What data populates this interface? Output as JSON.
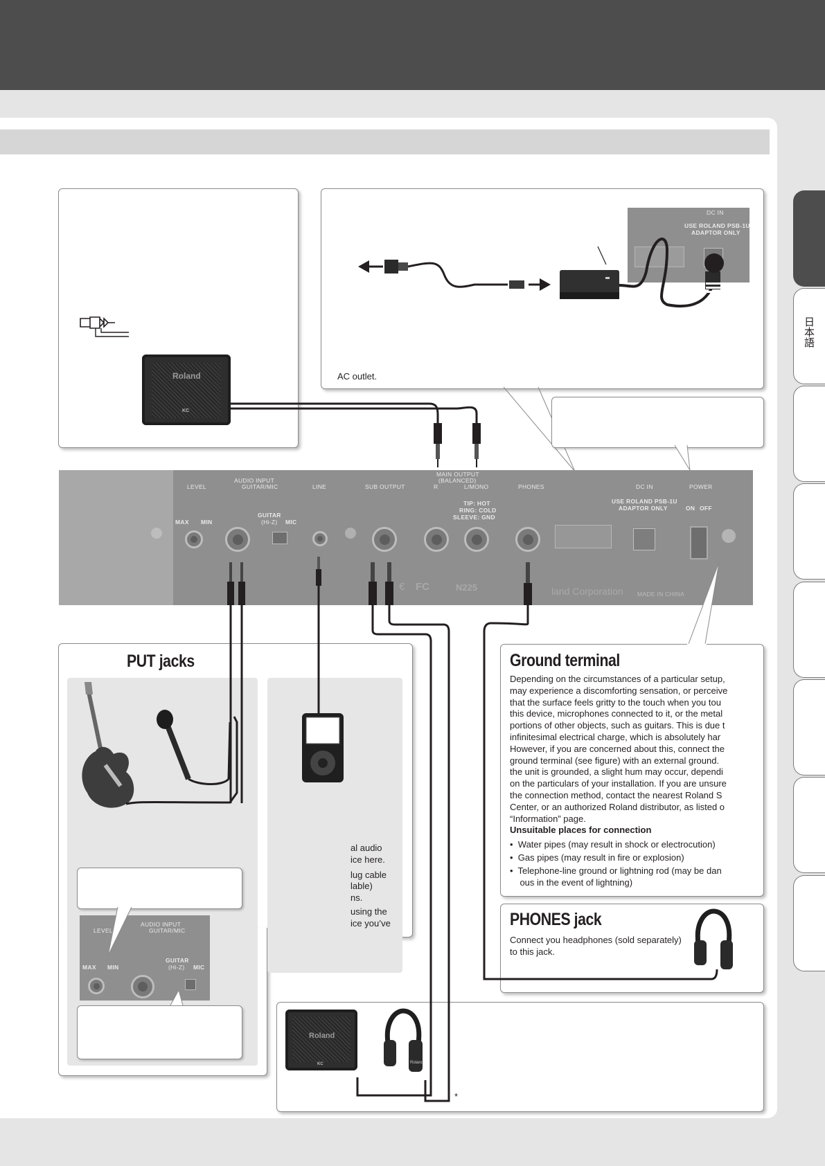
{
  "side_tab": {
    "label": "日本語"
  },
  "ac_box": {
    "text": "AC outlet."
  },
  "dc_inset": {
    "label": "DC IN",
    "warning_line1": "USE ROLAND PSB-1U",
    "warning_line2": "ADAPTOR ONLY"
  },
  "panel": {
    "audio_input": "AUDIO INPUT",
    "level": "LEVEL",
    "guitar_mic": "GUITAR/MIC",
    "line": "LINE",
    "sub_output": "SUB OUTPUT",
    "main_output": "MAIN OUTPUT",
    "balanced": "(BALANCED)",
    "r": "R",
    "l_mono": "L/MONO",
    "phones": "PHONES",
    "dc_in": "DC IN",
    "power": "POWER",
    "adaptor_line1": "USE ROLAND PSB-1U",
    "adaptor_line2": "ADAPTOR ONLY",
    "on": "ON",
    "off": "OFF",
    "max": "MAX",
    "min": "MIN",
    "guitar": "GUITAR",
    "hiz": "(Hi-Z)",
    "mic": "MIC",
    "tip": "TIP: HOT",
    "ring": "RING: COLD",
    "sleeve": "SLEEVE: GND",
    "ce": "€",
    "fc": "FC",
    "n225": "N225",
    "corp": "land Corporation",
    "made_in": "MADE IN CHINA"
  },
  "amp": {
    "brand": "Roland",
    "model": "KC"
  },
  "inputs_section": {
    "title": "PUT jacks"
  },
  "line_text": [
    "al audio",
    " ice here.",
    " lug cable",
    "lable)",
    "ns.",
    " using the",
    "ice you’ve"
  ],
  "inset_panel": {
    "audio_input": "AUDIO INPUT",
    "level": "LEVEL",
    "guitar_mic": "GUITAR/MIC",
    "max": "MAX",
    "min": "MIN",
    "guitar": "GUITAR",
    "hiz": "(Hi-Z)",
    "mic": "MIC"
  },
  "ground": {
    "title": "Ground terminal",
    "lines": [
      "Depending on the circumstances of a particular setup,",
      "may experience a discomforting sensation, or perceive",
      "that the surface feels gritty to the touch when you tou",
      "this device, microphones connected to it, or the metal",
      "portions of other objects, such as guitars. This is due t",
      "infinitesimal electrical charge, which is absolutely har",
      "However, if you are concerned about this, connect the",
      "ground terminal (see figure) with an external ground.",
      "the unit is grounded, a slight hum may occur, dependi",
      "on the particulars of your installation. If you are unsure",
      "the connection method, contact the nearest Roland S",
      "Center, or an authorized Roland distributor, as listed o",
      "“Information” page."
    ],
    "unsuitable_heading": "Unsuitable places for connection",
    "bullets": [
      "Water pipes (may result in shock or electrocution)",
      "Gas pipes (may result in fire or explosion)",
      "Telephone-line ground or lightning rod (may be dan",
      "ous in the event of lightning)"
    ]
  },
  "phones_section": {
    "title": "PHONES jack",
    "line1": "Connect you headphones (sold separately)",
    "line2": "to this jack."
  },
  "headphones_brand": "Roland",
  "footnote": "*"
}
